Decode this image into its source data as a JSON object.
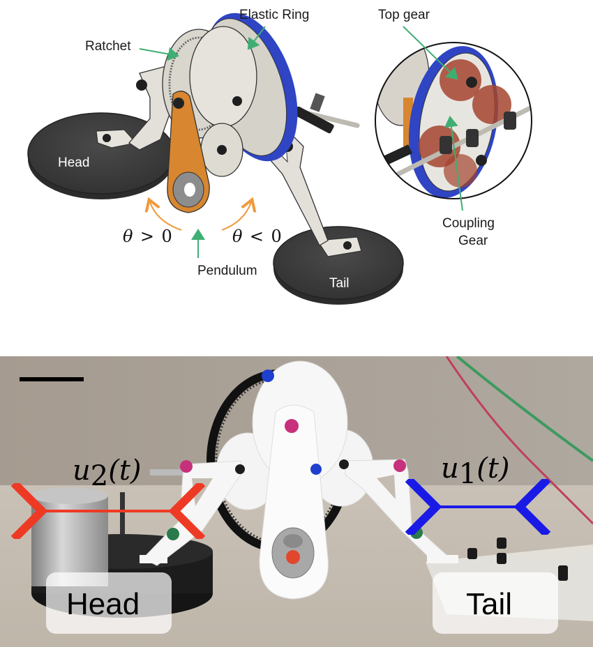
{
  "figure": {
    "cad_panel": {
      "callouts": {
        "ratchet": "Ratchet",
        "elastic_ring": "Elastic Ring",
        "top_gear": "Top gear",
        "coupling_gear_line1": "Coupling",
        "coupling_gear_line2": "Gear",
        "pendulum": "Pendulum"
      },
      "feet": {
        "head": "Head",
        "tail": "Tail"
      },
      "angles": {
        "positive": {
          "symbol": "θ",
          "relation": ">",
          "value": "0"
        },
        "negative": {
          "symbol": "θ",
          "relation": "<",
          "value": "0"
        }
      },
      "colors": {
        "callout_arrow": "#3fae72",
        "swing_arrow": "#ef9a3c",
        "pendulum": "#d8862f",
        "elastic_ring": "#2f45c4",
        "gear_highlight": "#a4452f",
        "foot": "#3c3c3c",
        "frame": "#dcd9d2"
      }
    },
    "photo_panel": {
      "labels": {
        "head": "Head",
        "tail": "Tail"
      },
      "inputs": {
        "left": {
          "symbol": "u",
          "subscript": "2",
          "arg": "(t)"
        },
        "right": {
          "symbol": "u",
          "subscript": "1",
          "arg": "(t)"
        }
      },
      "colors": {
        "left_arrow": "#ee3a24",
        "right_arrow": "#1a1ae6",
        "scale_bar": "#000000",
        "background": "#a79f95",
        "table": "#c4bcb1"
      }
    }
  }
}
